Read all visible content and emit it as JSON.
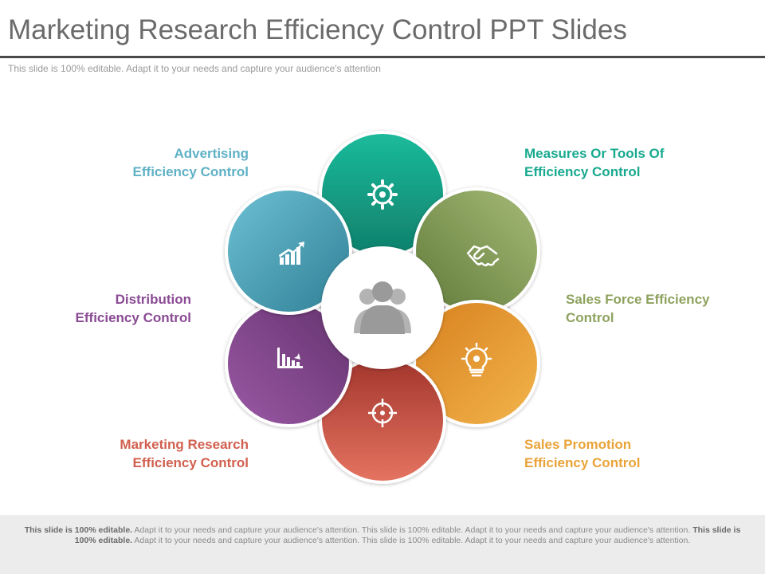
{
  "slide": {
    "title": "Marketing Research Efficiency Control PPT Slides",
    "subtitle": "This slide is 100% editable. Adapt it to your needs and capture your audience's attention"
  },
  "center": {
    "icon": "people-group-icon",
    "color": "#9a9a9a"
  },
  "petals": [
    {
      "id": "measures",
      "label_lines": [
        "Measures Or Tools Of",
        "Efficiency Control"
      ],
      "icon": "gear-icon",
      "color": "#18a98f"
    },
    {
      "id": "sales-force",
      "label_lines": [
        "Sales Force Efficiency",
        "Control"
      ],
      "icon": "handshake-icon",
      "color": "#8ea25e"
    },
    {
      "id": "sales-promotion",
      "label_lines": [
        "Sales Promotion",
        "Efficiency Control"
      ],
      "icon": "lightbulb-gear-icon",
      "color": "#e9a338"
    },
    {
      "id": "marketing-research",
      "label_lines": [
        "Marketing Research",
        "Efficiency Control"
      ],
      "icon": "target-icon",
      "color": "#d1604f"
    },
    {
      "id": "distribution",
      "label_lines": [
        "Distribution",
        "Efficiency Control"
      ],
      "icon": "declining-chart-icon",
      "color": "#8a4a94"
    },
    {
      "id": "advertising",
      "label_lines": [
        "Advertising",
        "Efficiency Control"
      ],
      "icon": "growth-chart-icon",
      "color": "#5fb1c6"
    }
  ],
  "footer": {
    "segments": [
      {
        "text": "This slide is 100% editable.",
        "bold": true
      },
      {
        "text": " Adapt it to your needs and capture your audience's attention. This slide is 100% editable. Adapt it to your needs and capture your audience's attention. ",
        "bold": false
      },
      {
        "text": "This slide is 100% editable.",
        "bold": true
      },
      {
        "text": " Adapt it to your needs and capture your audience's attention. This slide is 100% editable. Adapt it to your needs and capture your audience's attention.",
        "bold": false
      }
    ]
  }
}
